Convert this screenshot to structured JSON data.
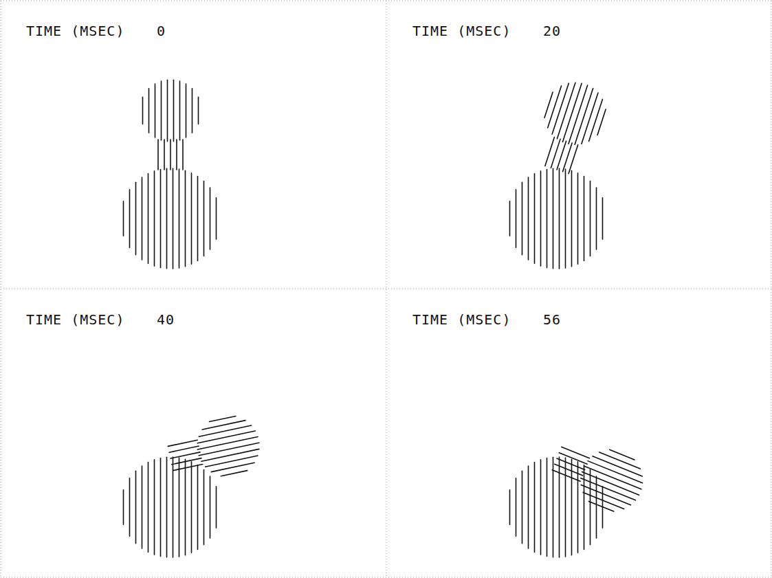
{
  "diagram": {
    "labels": [
      "TIME (MSEC)",
      "0",
      "TIME (MSEC)",
      "20",
      "TIME (MSEC)",
      "40",
      "TIME (MSEC)",
      "56"
    ]
  }
}
